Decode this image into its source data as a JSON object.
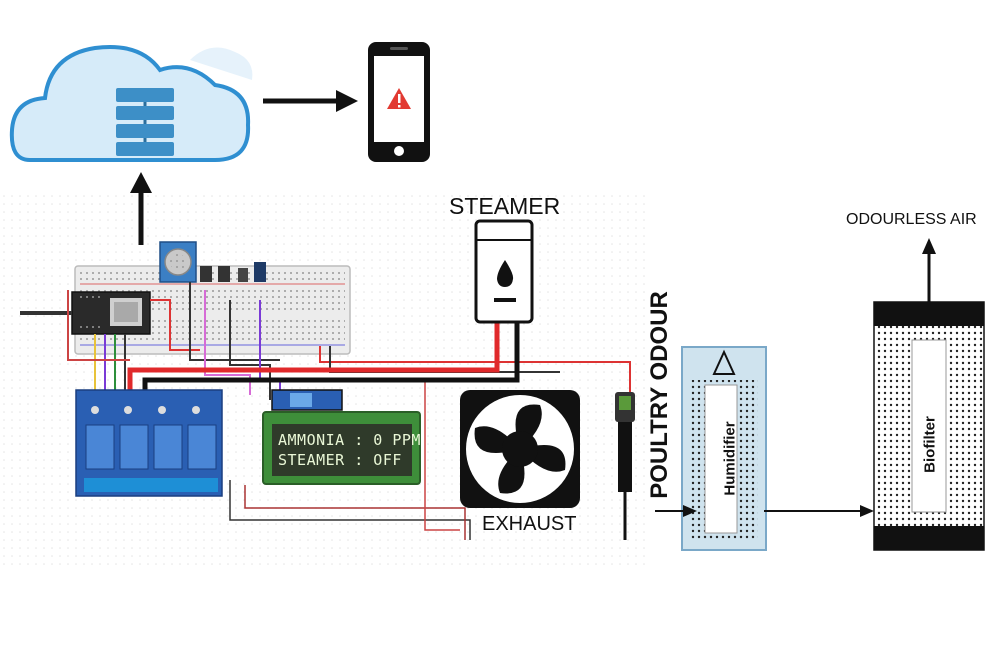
{
  "labels": {
    "steamer": "STEAMER",
    "exhaust": "EXHAUST",
    "odourless_air": "ODOURLESS AIR",
    "poultry_odour": "POULTRY ODOUR",
    "humidifier": "Humidifier",
    "biofilter": "Biofilter"
  },
  "lcd": {
    "line1": "AMMONIA : 0 PPM",
    "line2": "STEAMER : OFF"
  },
  "icons": {
    "cloud": "cloud-database-icon",
    "phone": "smartphone-alert-icon",
    "alert": "warning-triangle-icon",
    "steamer": "water-drop-icon",
    "fan": "exhaust-fan-icon"
  },
  "colors": {
    "cloud_fill": "#cfe7f7",
    "cloud_stroke": "#2f8fd1",
    "server": "#3d8fc7",
    "relay": "#2a5fb3",
    "lcd_bg": "#3e8e3a",
    "alert_red": "#e23a32",
    "wire_red": "#e0292b"
  }
}
